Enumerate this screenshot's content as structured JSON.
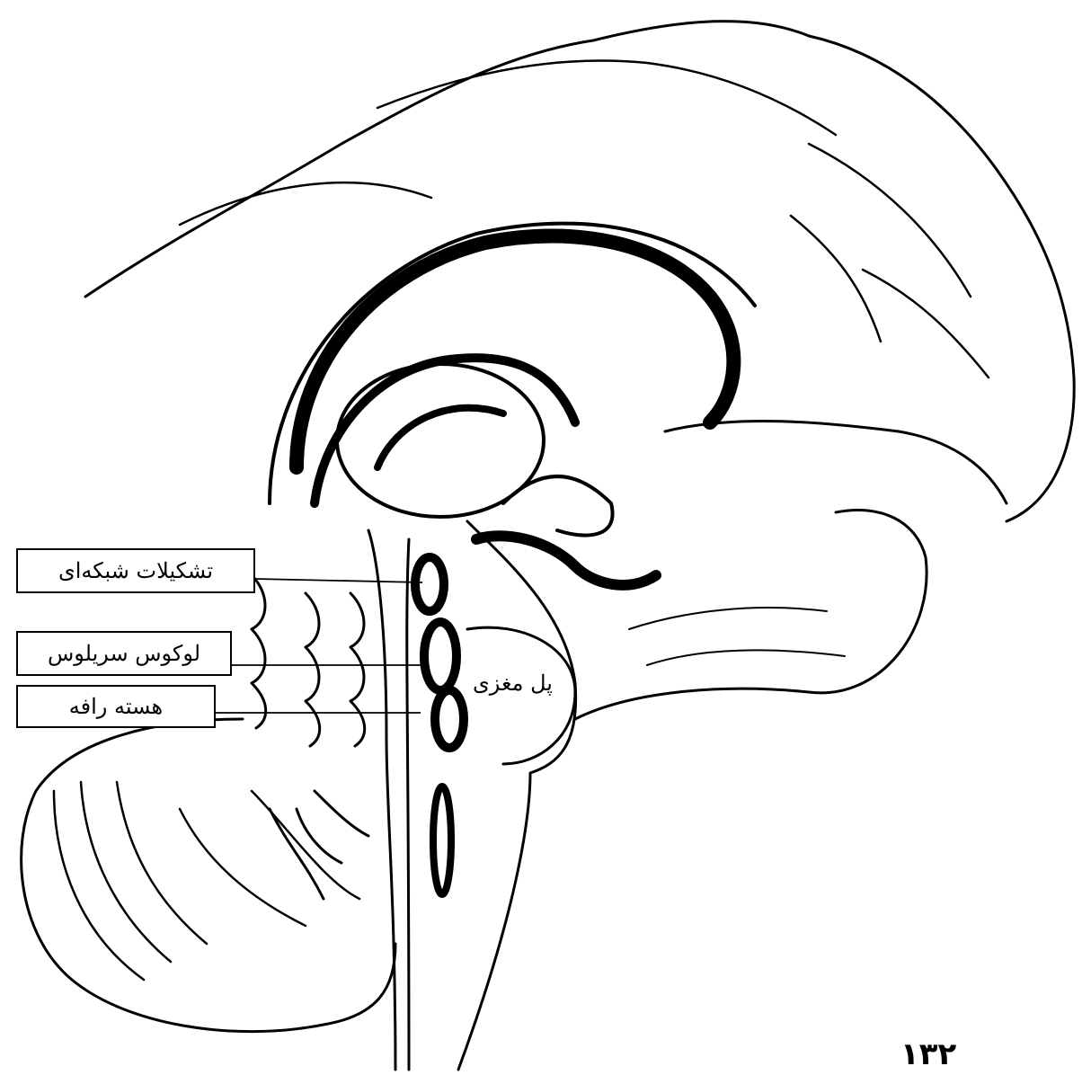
{
  "figure": {
    "labels": {
      "reticular_formation": "تشکیلات شبکه‌ای",
      "locus_coeruleus": "لوکوس سریلوس",
      "raphe_nucleus": "هسته رافه",
      "pons": "پل مغزی"
    },
    "colors": {
      "ink": "#000000",
      "paper": "#ffffff"
    }
  },
  "page_number": "۱۳۲"
}
